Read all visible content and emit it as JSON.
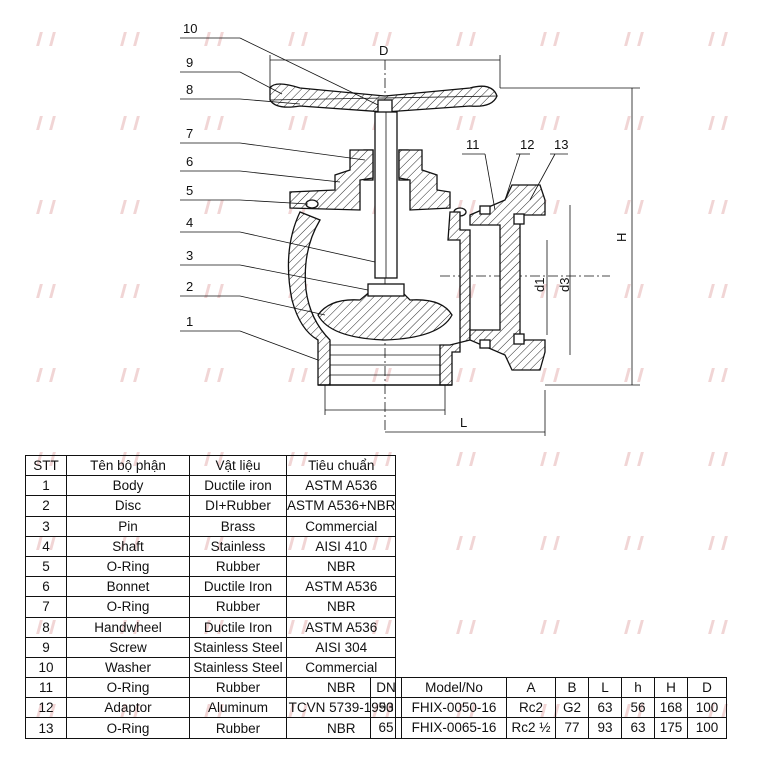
{
  "drawing": {
    "callouts": [
      "1",
      "2",
      "3",
      "4",
      "5",
      "6",
      "7",
      "8",
      "9",
      "10",
      "11",
      "12",
      "13"
    ],
    "dimensions": {
      "D": "D",
      "H": "H",
      "L": "L",
      "d1": "d1",
      "d3": "d3"
    }
  },
  "parts_table": {
    "headers": [
      "STT",
      "Tên bộ phận",
      "Vật liệu",
      "Tiêu chuẩn"
    ],
    "rows": [
      [
        "1",
        "Body",
        "Ductile iron",
        "ASTM A536"
      ],
      [
        "2",
        "Disc",
        "DI+Rubber",
        "ASTM A536+NBR"
      ],
      [
        "3",
        "Pin",
        "Brass",
        "Commercial"
      ],
      [
        "4",
        "Shaft",
        "Stainless",
        "AISI 410"
      ],
      [
        "5",
        "O-Ring",
        "Rubber",
        "NBR"
      ],
      [
        "6",
        "Bonnet",
        "Ductile Iron",
        "ASTM A536"
      ],
      [
        "7",
        "O-Ring",
        "Rubber",
        "NBR"
      ],
      [
        "8",
        "Handwheel",
        "Ductile Iron",
        "ASTM A536"
      ],
      [
        "9",
        "Screw",
        "Stainless Steel",
        "AISI 304"
      ],
      [
        "10",
        "Washer",
        "Stainless Steel",
        "Commercial"
      ],
      [
        "11",
        "O-Ring",
        "Rubber",
        "NBR"
      ],
      [
        "12",
        "Adaptor",
        "Aluminum",
        "TCVN 5739-1993"
      ],
      [
        "13",
        "O-Ring",
        "Rubber",
        "NBR"
      ]
    ]
  },
  "dims_table": {
    "headers": [
      "DN",
      "Model/No",
      "A",
      "B",
      "L",
      "h",
      "H",
      "D"
    ],
    "rows": [
      [
        "50",
        "FHIX-0050-16",
        "Rc2",
        "G2",
        "63",
        "56",
        "168",
        "100"
      ],
      [
        "65",
        "FHIX-0065-16",
        "Rc2 ½",
        "77",
        "93",
        "63",
        "175",
        "100"
      ]
    ]
  },
  "colors": {
    "line": "#111111",
    "watermark": "#d98a8a"
  }
}
